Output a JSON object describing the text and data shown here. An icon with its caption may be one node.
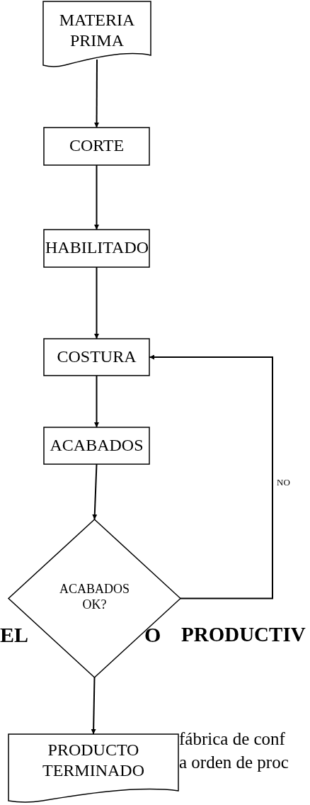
{
  "diagram": {
    "nodes": [
      {
        "text": [
          "MATERIA PRIMA"
        ]
      },
      {
        "text": [
          "CORTE"
        ]
      },
      {
        "text": [
          "HABILITADO"
        ]
      },
      {
        "text": [
          "COSTURA"
        ]
      },
      {
        "text": [
          "ACABADOS"
        ]
      },
      {
        "text": [
          "ACABADOS OK?"
        ]
      },
      {
        "text": [
          "PRODUCTO TERMINADO"
        ]
      }
    ],
    "edges": [
      {
        "from": 0,
        "to": 1,
        "arrow": "to"
      },
      {
        "from": 1,
        "to": 2,
        "arrow": "to"
      },
      {
        "from": 2,
        "to": 3,
        "arrow": "to"
      },
      {
        "from": 3,
        "to": 4,
        "arrow": "to"
      },
      {
        "from": 4,
        "to": 5,
        "arrow": "to"
      },
      {
        "from": 5,
        "to": 3,
        "arrow": "to",
        "label": "NO"
      },
      {
        "from": 5,
        "to": 6,
        "arrow": "to"
      }
    ],
    "labels": [
      "EL",
      "O",
      "PRODUCTIV",
      "fábrica de conf",
      "a orden de proc"
    ]
  }
}
